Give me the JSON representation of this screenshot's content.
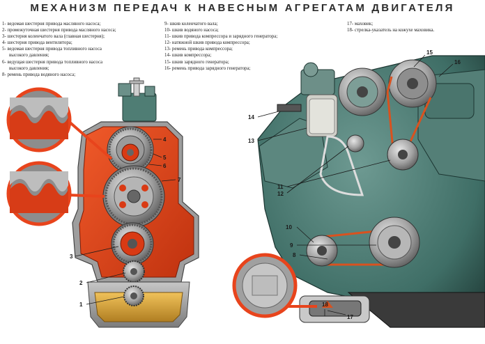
{
  "title": "МЕХАНИЗМ ПЕРЕДАЧ К НАВЕСНЫМ АГРЕГАТАМ ДВИГАТЕЛЯ",
  "legend": {
    "col1": [
      {
        "text": "1- ведомая шестерня привода масляного насоса;",
        "indent": false
      },
      {
        "text": "2- промежуточная шестерня привода масляного насоса;",
        "indent": false
      },
      {
        "text": "3- шестерня коленчатого вала (главная шестерня);",
        "indent": false
      },
      {
        "text": "4- шестерня привода вентилятора;",
        "indent": false
      },
      {
        "text": "5- ведомая шестерня привода топливного насоса",
        "indent": false
      },
      {
        "text": "высокого давления;",
        "indent": true
      },
      {
        "text": "6- ведущая шестерня привода топливного насоса",
        "indent": false
      },
      {
        "text": "высокого давления;",
        "indent": true
      },
      {
        "text": "8- ремень привода водяного насоса;",
        "indent": false
      }
    ],
    "col2": [
      {
        "text": "9- шкив коленчатого вала;",
        "indent": false
      },
      {
        "text": "10- шкив водяного насоса;",
        "indent": false
      },
      {
        "text": "11- шкив привода компрессора и зарядного генератора;",
        "indent": false
      },
      {
        "text": "12- натяжной шкив привода компрессора;",
        "indent": false
      },
      {
        "text": "13- ремень привода компрессора;",
        "indent": false
      },
      {
        "text": "14- шкив компрессора;",
        "indent": false
      },
      {
        "text": "15- шкив зарядного генератора;",
        "indent": false
      },
      {
        "text": "16- ремень привода зарядного генератора;",
        "indent": false
      }
    ],
    "col3": [
      {
        "text": "17- маховик;",
        "indent": false
      },
      {
        "text": "18- стрелка-указатель на кожухе маховика.",
        "indent": false
      }
    ]
  },
  "callouts": {
    "c1": "1",
    "c2": "2",
    "c3": "3",
    "c4": "4",
    "c5": "5",
    "c6": "6",
    "c7": "7",
    "c8": "8",
    "c9": "9",
    "c10": "10",
    "c11": "11",
    "c12": "12",
    "c13": "13",
    "c14": "14",
    "c15": "15",
    "c16": "16",
    "c17": "17",
    "c18": "18"
  },
  "colors": {
    "engine_red": "#e8441c",
    "engine_dark_red": "#b52a10",
    "engine_green": "#3f6e66",
    "engine_green_dark": "#284b45",
    "metal": "#a9a9a9",
    "oil": "#d9a53c"
  }
}
